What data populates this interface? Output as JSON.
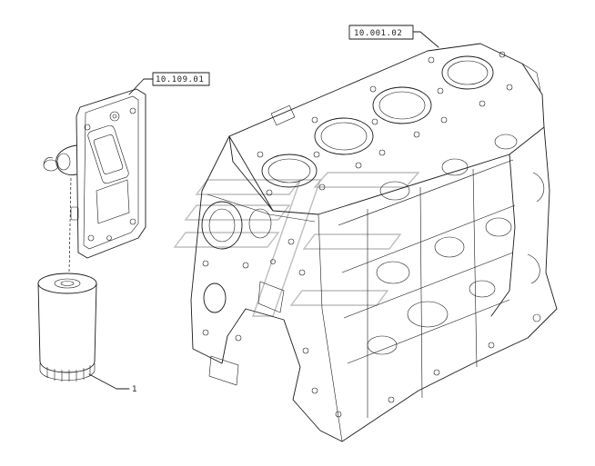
{
  "references": {
    "filter_head_ref": "10.109.01",
    "engine_block_ref": "10.001.02"
  },
  "callouts": {
    "oil_filter_item": "1"
  }
}
